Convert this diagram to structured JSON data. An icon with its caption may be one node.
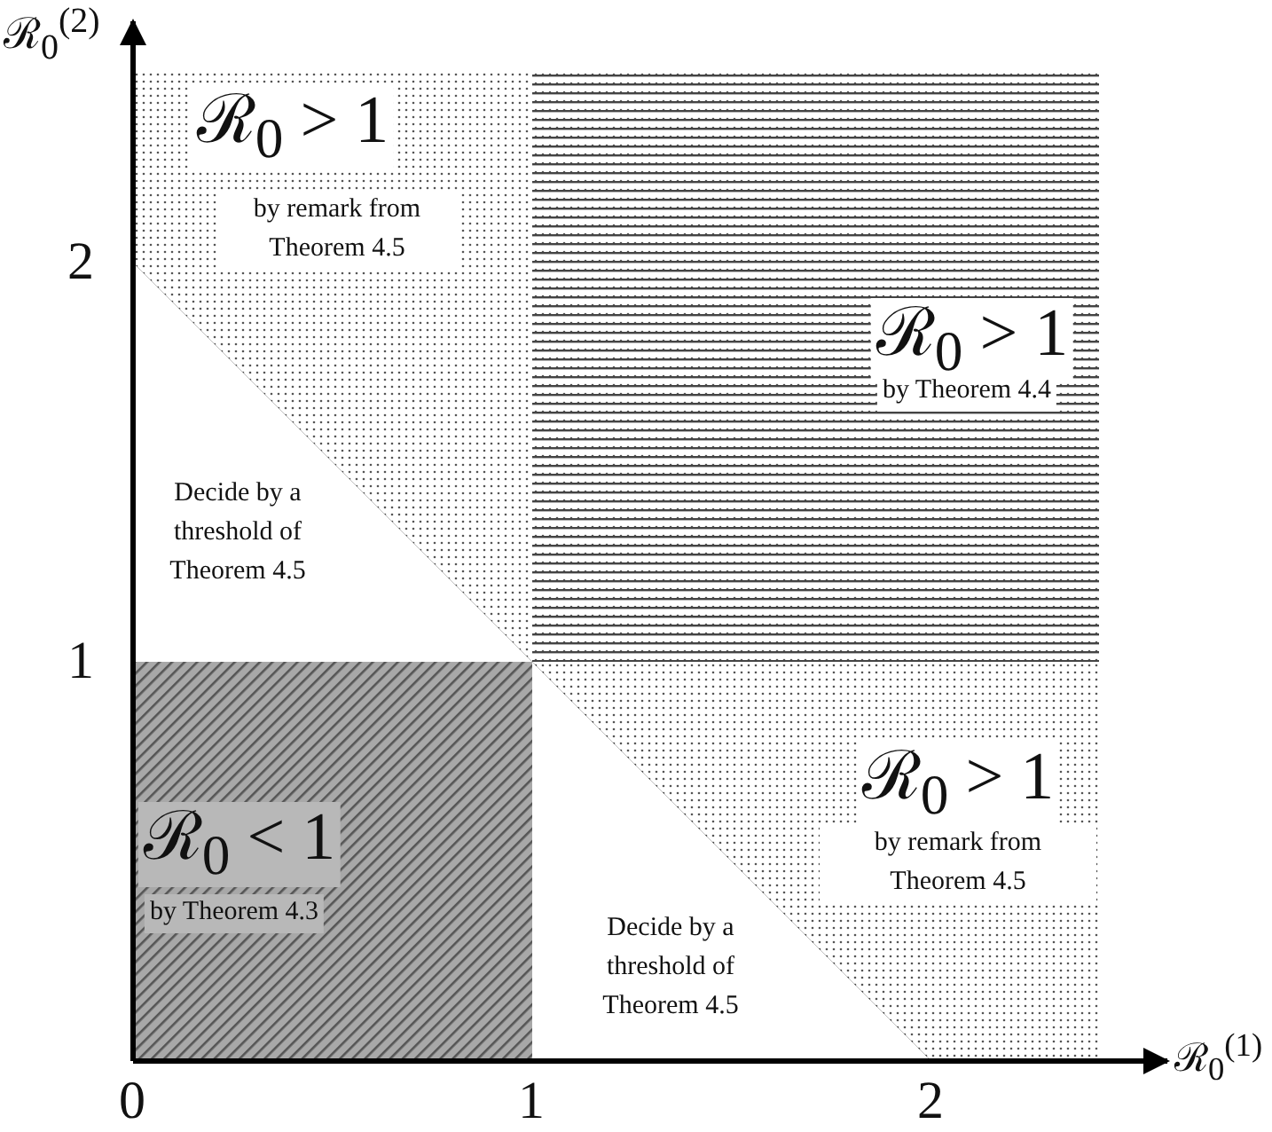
{
  "diagram": {
    "nodes": [
      {
        "text": [
          "ℛ$_{0}$ > 1",
          "by remark from Theorem 4.5"
        ]
      },
      {
        "text": [
          "ℛ$_{0}$ > 1",
          "by Theorem 4.4"
        ]
      },
      {
        "text": [
          "Decide by a threshold of Theorem 4.5"
        ]
      },
      {
        "text": [
          "ℛ$_{0}$ < 1",
          "by Theorem 4.3"
        ]
      },
      {
        "text": [
          "Decide by a threshold of Theorem 4.5"
        ]
      },
      {
        "text": [
          "ℛ$_{0}$ > 1",
          "by remark from Theorem 4.5"
        ]
      }
    ],
    "labels": [
      "ℛ$_{0}$$^{(2)}$",
      "2",
      "1",
      "ℛ$_{0}$$^{(1)}$",
      "0",
      "1",
      "2"
    ]
  }
}
